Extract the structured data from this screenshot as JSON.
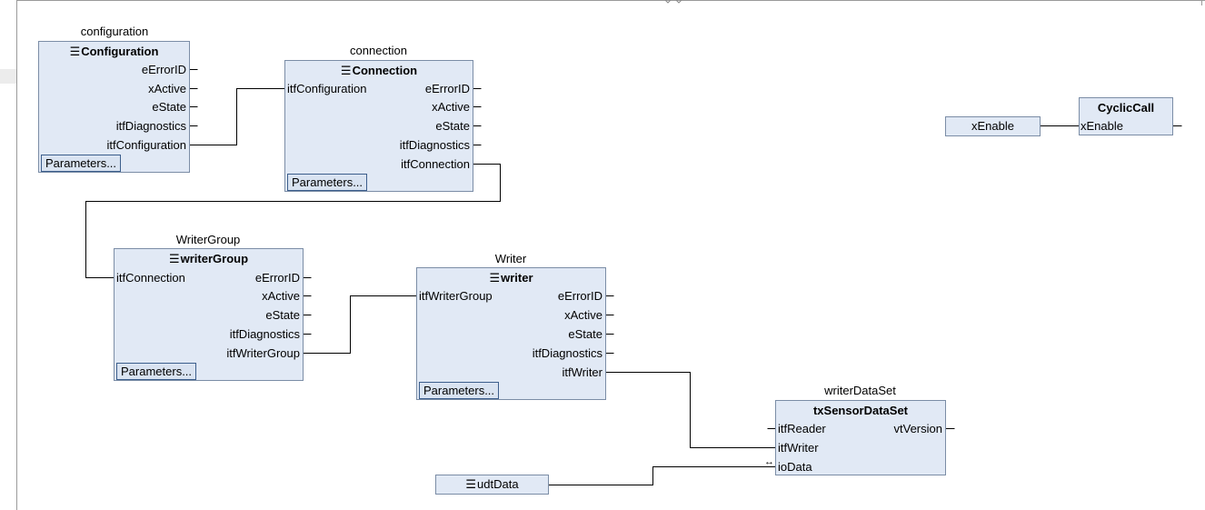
{
  "blocks": {
    "configuration": {
      "instance": "configuration",
      "type": "Configuration",
      "outputs": [
        "eErrorID",
        "xActive",
        "eState",
        "itfDiagnostics",
        "itfConfiguration"
      ],
      "params": "Parameters..."
    },
    "connection": {
      "instance": "connection",
      "type": "Connection",
      "inputs": [
        "itfConfiguration"
      ],
      "outputs": [
        "eErrorID",
        "xActive",
        "eState",
        "itfDiagnostics",
        "itfConnection"
      ],
      "params": "Parameters..."
    },
    "writer_group": {
      "instance": "WriterGroup",
      "type": "writerGroup",
      "inputs": [
        "itfConnection"
      ],
      "outputs": [
        "eErrorID",
        "xActive",
        "eState",
        "itfDiagnostics",
        "itfWriterGroup"
      ],
      "params": "Parameters..."
    },
    "writer": {
      "instance": "Writer",
      "type": "writer",
      "inputs": [
        "itfWriterGroup"
      ],
      "outputs": [
        "eErrorID",
        "xActive",
        "eState",
        "itfDiagnostics",
        "itfWriter"
      ],
      "params": "Parameters..."
    },
    "writer_data_set": {
      "instance": "writerDataSet",
      "type": "txSensorDataSet",
      "inputs": [
        "itfReader",
        "itfWriter",
        "ioData"
      ],
      "outputs": [
        "vtVersion"
      ]
    },
    "cyclic_call": {
      "type": "CyclicCall",
      "inputs": [
        "xEnable"
      ]
    }
  },
  "variables": {
    "x_enable": "xEnable",
    "udt_data": "udtData"
  },
  "glyphs": {
    "menu": "☰",
    "inout": "↔"
  },
  "colors": {
    "block_fill": "#e1e9f5",
    "block_border": "#7b8da6",
    "wire": "#000000"
  }
}
